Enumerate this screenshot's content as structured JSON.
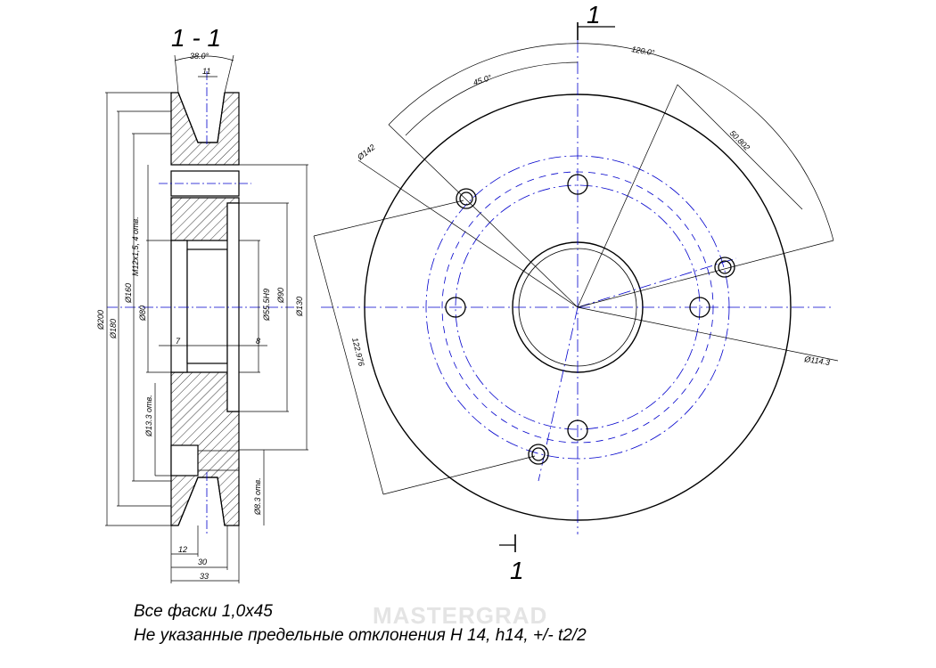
{
  "section_title": "1 - 1",
  "section_marker_top": "1",
  "section_marker_bottom": "1",
  "left_view": {
    "groove_angle": "38.0°",
    "groove_top_width": "11",
    "dims": {
      "d200": "Ø200",
      "d180": "Ø180",
      "d160": "Ø160",
      "thread": "M12x1,5, 4 отв.",
      "d80": "Ø80",
      "d13": "Ø13.3 отв.",
      "d8": "Ø8.3 отв.",
      "d55": "Ø55.5H9",
      "d90": "Ø90",
      "d130": "Ø130",
      "l7": "7",
      "l8": "8",
      "l12": "12",
      "l30": "30",
      "l33": "33"
    }
  },
  "right_view": {
    "angle_120": "120.0°",
    "angle_45": "45.0°",
    "chord_50": "50.802",
    "d142": "Ø142",
    "chord_122": "122.976",
    "d114": "Ø114.3"
  },
  "notes": {
    "line1": "Все фаски 1,0x45",
    "line2": "Не указанные предельные отклонения Н  14, h14, +/- t2/2"
  },
  "watermark": "MASTERGRAD",
  "colors": {
    "line": "#000000",
    "centerline": "#0000cc"
  }
}
